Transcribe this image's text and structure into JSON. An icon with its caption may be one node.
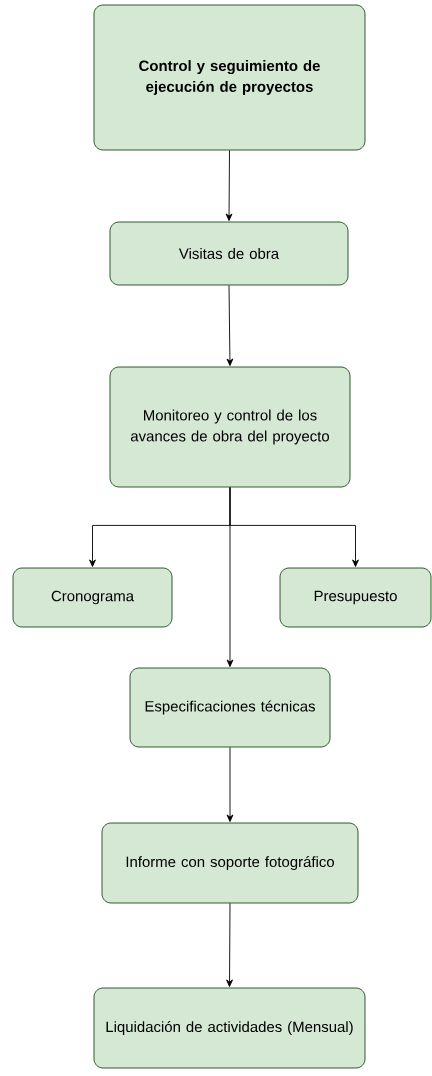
{
  "diagram": {
    "nodes": [
      {
        "text": [
          "Control y seguimiento de ejecución de proyectos"
        ]
      },
      {
        "text": [
          "Visitas de obra"
        ]
      },
      {
        "text": [
          "Monitoreo y control de los avances de obra del proyecto"
        ]
      },
      {
        "text": [
          "Cronograma"
        ]
      },
      {
        "text": [
          "Presupuesto"
        ]
      },
      {
        "text": [
          "Especificaciones técnicas"
        ]
      },
      {
        "text": [
          "Informe con soporte fotográfico"
        ]
      },
      {
        "text": [
          "Liquidación de actividades (Mensual)"
        ]
      }
    ],
    "edges": [
      {
        "from": 0,
        "to": 1,
        "arrow": "to"
      },
      {
        "from": 1,
        "to": 2,
        "arrow": "to"
      },
      {
        "from": 2,
        "to": 3,
        "arrow": "to"
      },
      {
        "from": 2,
        "to": 4,
        "arrow": "to"
      },
      {
        "from": 2,
        "to": 5,
        "arrow": "to"
      },
      {
        "from": 5,
        "to": 6,
        "arrow": "to"
      },
      {
        "from": 6,
        "to": 7,
        "arrow": "to"
      }
    ]
  }
}
